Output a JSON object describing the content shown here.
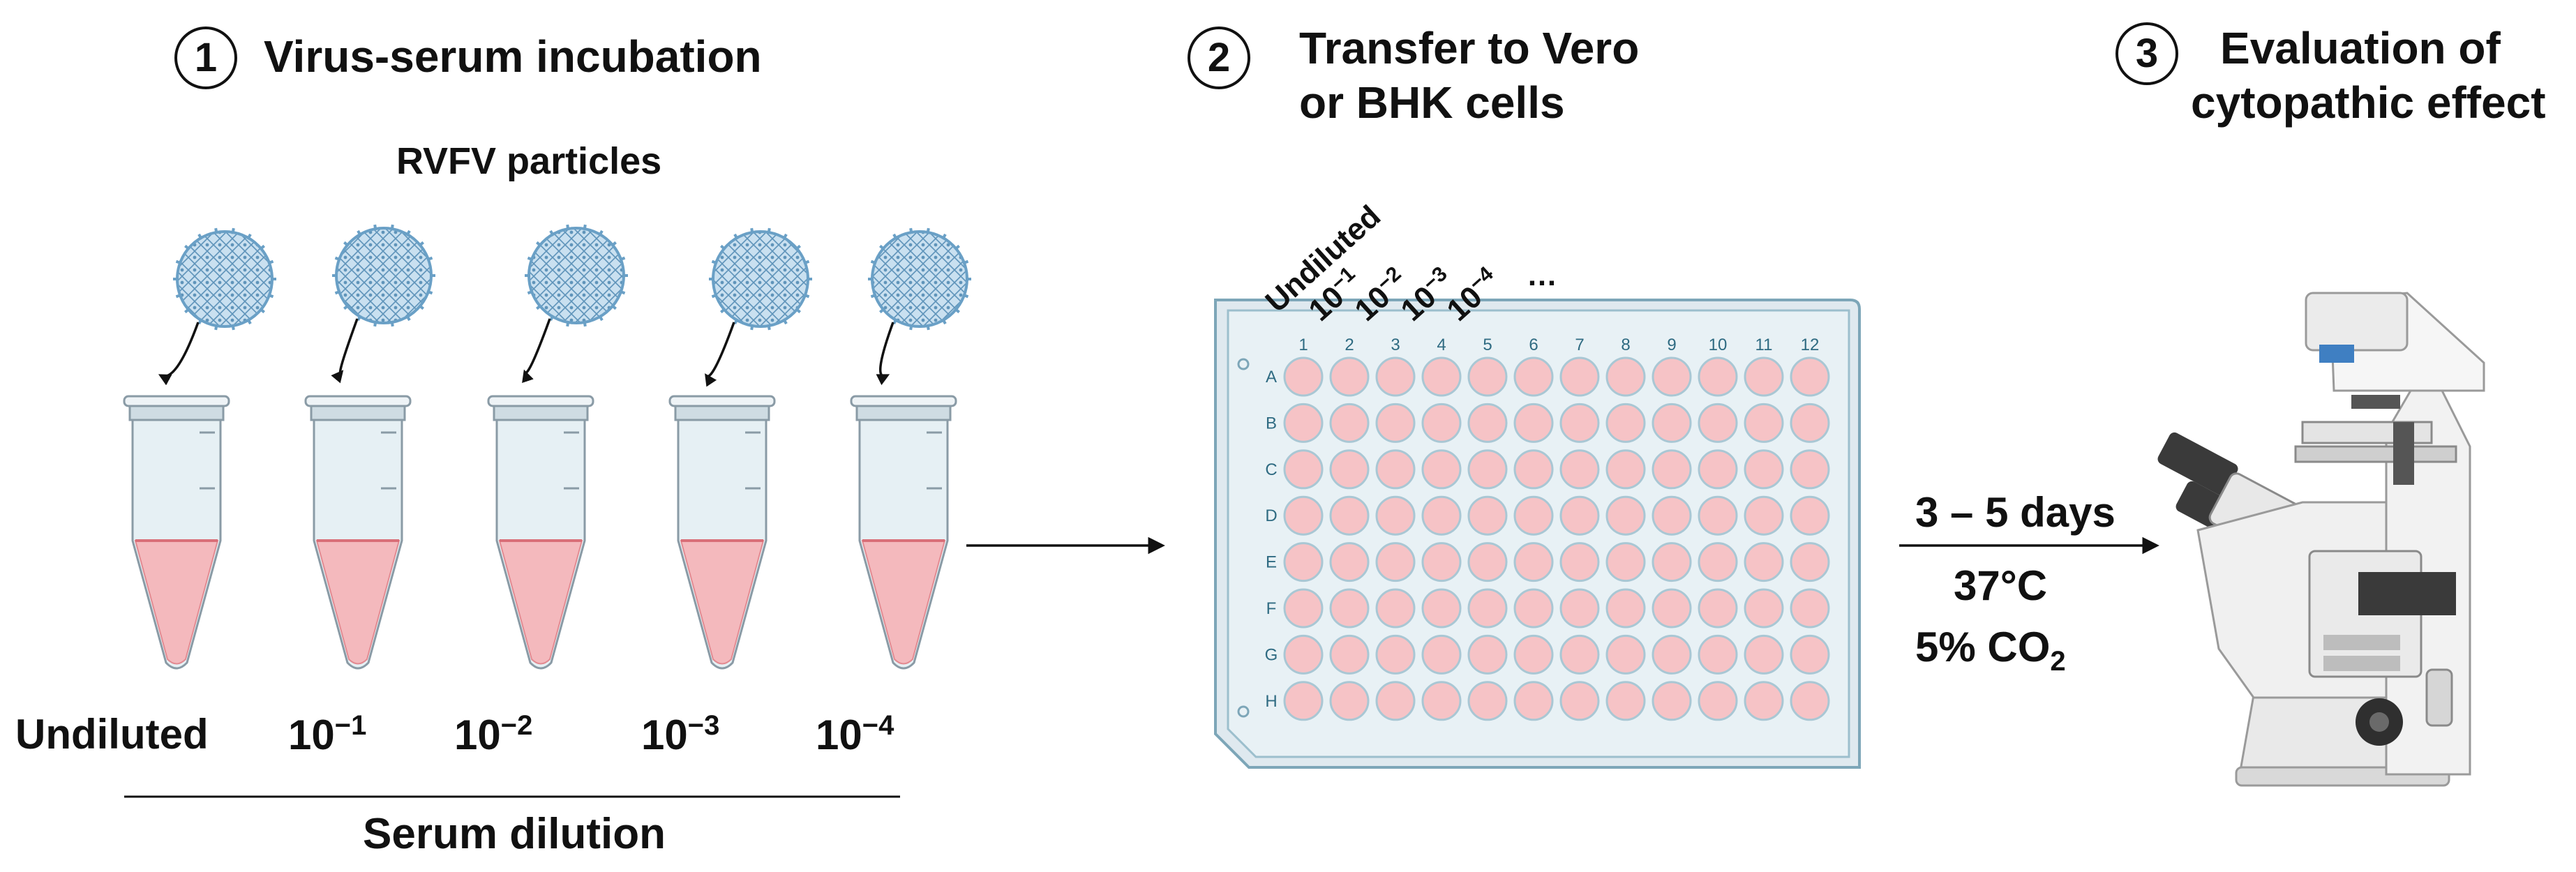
{
  "steps": [
    {
      "number": "1",
      "title_line1": "Virus-serum incubation",
      "title_line2": ""
    },
    {
      "number": "2",
      "title_line1": "Transfer to Vero",
      "title_line2": "or BHK cells"
    },
    {
      "number": "3",
      "title_line1": "Evaluation of",
      "title_line2": "cytopathic effect"
    }
  ],
  "particles_label": "RVFV particles",
  "tube_labels": [
    {
      "base": "Undiluted",
      "exp": ""
    },
    {
      "base": "10",
      "exp": "−1"
    },
    {
      "base": "10",
      "exp": "−2"
    },
    {
      "base": "10",
      "exp": "−3"
    },
    {
      "base": "10",
      "exp": "−4"
    }
  ],
  "serum_dilution_label": "Serum dilution",
  "plate": {
    "column_numbers": [
      "1",
      "2",
      "3",
      "4",
      "5",
      "6",
      "7",
      "8",
      "9",
      "10",
      "11",
      "12"
    ],
    "row_letters": [
      "A",
      "B",
      "C",
      "D",
      "E",
      "F",
      "G",
      "H"
    ],
    "dilution_labels": [
      {
        "base": "Undiluted",
        "exp": ""
      },
      {
        "base": "10",
        "exp": "−1"
      },
      {
        "base": "10",
        "exp": "−2"
      },
      {
        "base": "10",
        "exp": "−3"
      },
      {
        "base": "10",
        "exp": "−4"
      },
      {
        "base": "…",
        "exp": ""
      }
    ]
  },
  "incubation": {
    "duration": "3 – 5 days",
    "temperature": "37°C",
    "co2_prefix": "5% CO",
    "co2_subscript": "2"
  },
  "colors": {
    "liquid": "#f4b9bd",
    "well": "#f6c3c6",
    "plate_fill": "#e3edf2",
    "plate_border": "#8fb7c7",
    "tube": "#d7e7ee",
    "virus": "#9fc6e3"
  },
  "icons": [
    "virus-particle-icon",
    "microcentrifuge-tube-icon",
    "well-plate-icon",
    "inverted-microscope-icon",
    "arrow-icon"
  ]
}
